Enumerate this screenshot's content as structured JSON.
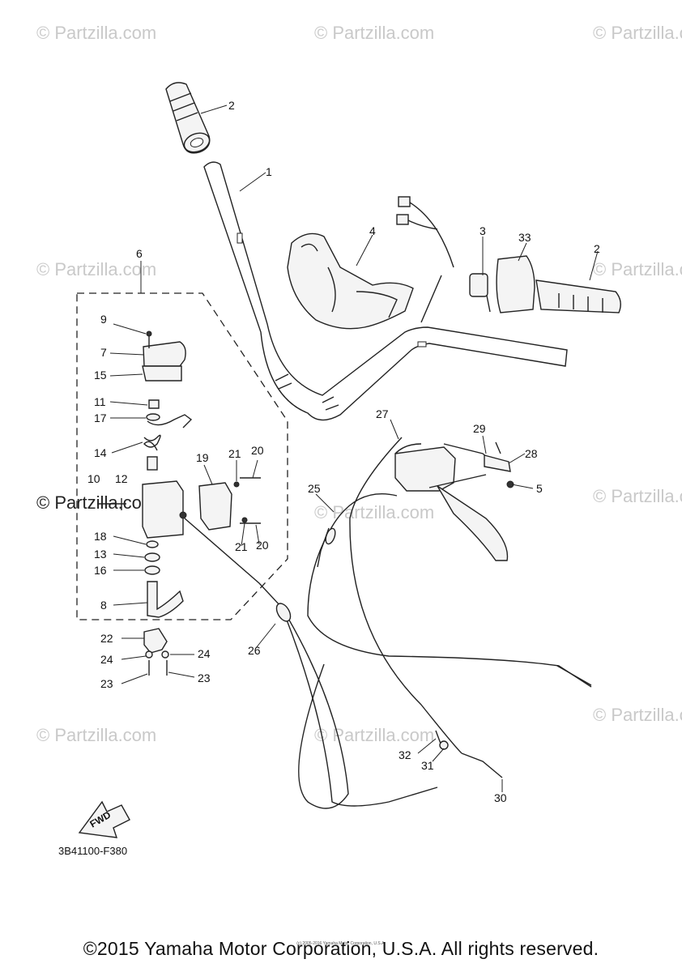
{
  "watermark_text": "© Partzilla.com",
  "diagram_code": "3B41100-F380",
  "fwd_label": "FWD",
  "copyright": "©2015 Yamaha Motor Corporation, U.S.A. All rights reserved.",
  "tiny_note": "(c) 2005-2016 Yamaha Motor Corporation, U.S.A.",
  "callouts": {
    "c1": "1",
    "c2a": "2",
    "c2b": "2",
    "c3": "3",
    "c4": "4",
    "c5": "5",
    "c6": "6",
    "c7": "7",
    "c8": "8",
    "c9": "9",
    "c10": "10",
    "c11": "11",
    "c12": "12",
    "c13": "13",
    "c14": "14",
    "c15": "15",
    "c16": "16",
    "c17": "17",
    "c18": "18",
    "c19": "19",
    "c20a": "20",
    "c20b": "20",
    "c21a": "21",
    "c21b": "21",
    "c22": "22",
    "c23a": "23",
    "c23b": "23",
    "c24a": "24",
    "c24b": "24",
    "c25": "25",
    "c26": "26",
    "c27": "27",
    "c28": "28",
    "c29": "29",
    "c30": "30",
    "c31": "31",
    "c32": "32",
    "c33": "33"
  }
}
